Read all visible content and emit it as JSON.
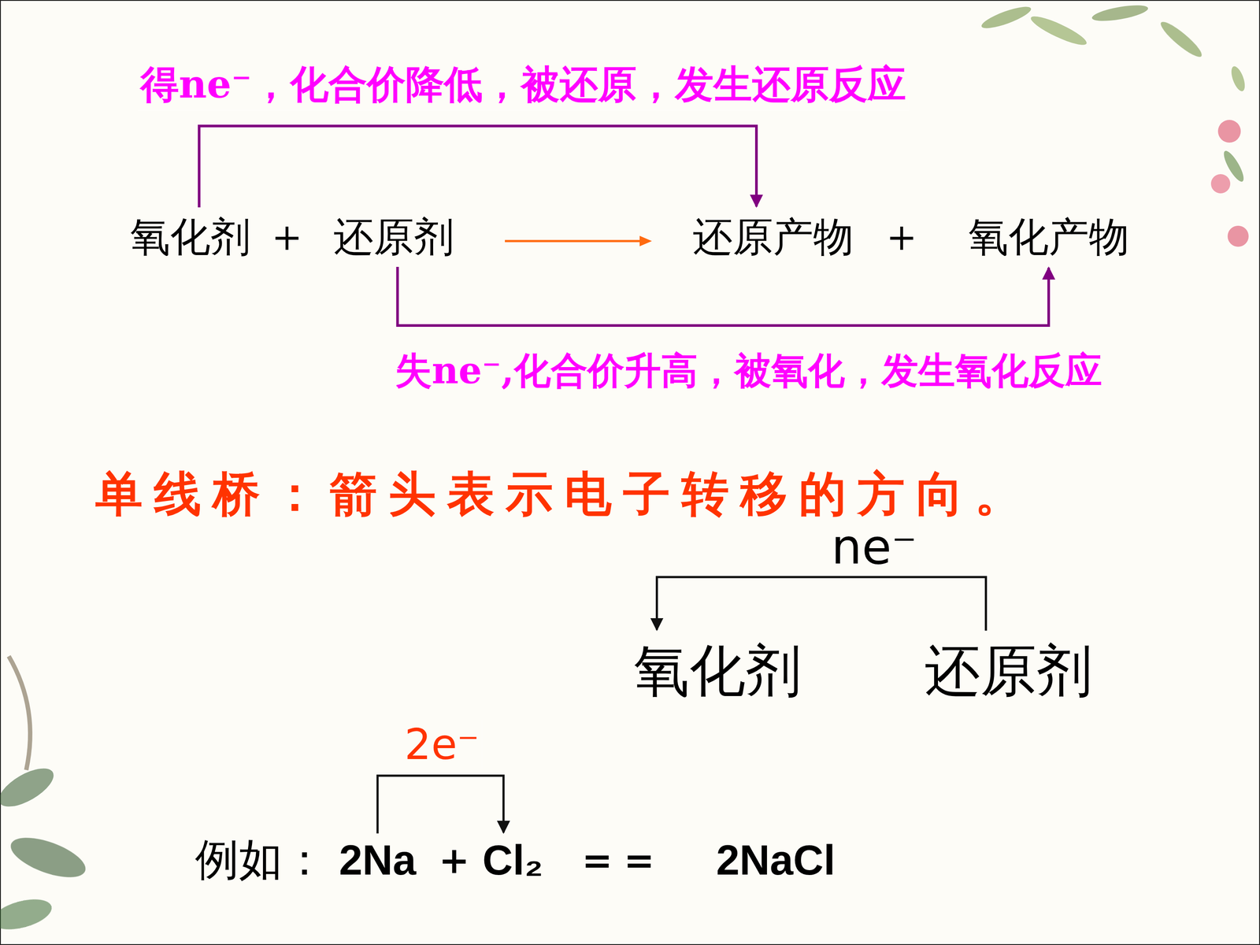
{
  "diagram": {
    "nodes": [
      {
        "text": [
          "氧化剂"
        ]
      },
      {
        "text": [
          "还原剂"
        ]
      },
      {
        "text": [
          "还原产物"
        ]
      },
      {
        "text": [
          "氧化产物"
        ]
      },
      {
        "text": [
          "氧化剂"
        ]
      },
      {
        "text": [
          "还原剂"
        ]
      },
      {
        "text": [
          "2Na"
        ]
      },
      {
        "text": [
          "Cl₂"
        ]
      }
    ],
    "edges": [
      {
        "from": 0,
        "to": 2,
        "arrow": "to",
        "label": "得ne⁻，化合价降低，被还原，发生还原反应"
      },
      {
        "from": 1,
        "to": 3,
        "arrow": "to",
        "label": "失ne⁻,化合价升高，被氧化，发生氧化反应"
      },
      {
        "from": 5,
        "to": 4,
        "arrow": "to",
        "label": "ne⁻"
      },
      {
        "from": 6,
        "to": 7,
        "arrow": "to",
        "label": "2e⁻"
      }
    ],
    "labels": [
      "+",
      "+",
      "单线桥：箭头表示电子转移的方向。",
      "例如：",
      "＋",
      "＝＝",
      "2NaCl"
    ]
  }
}
